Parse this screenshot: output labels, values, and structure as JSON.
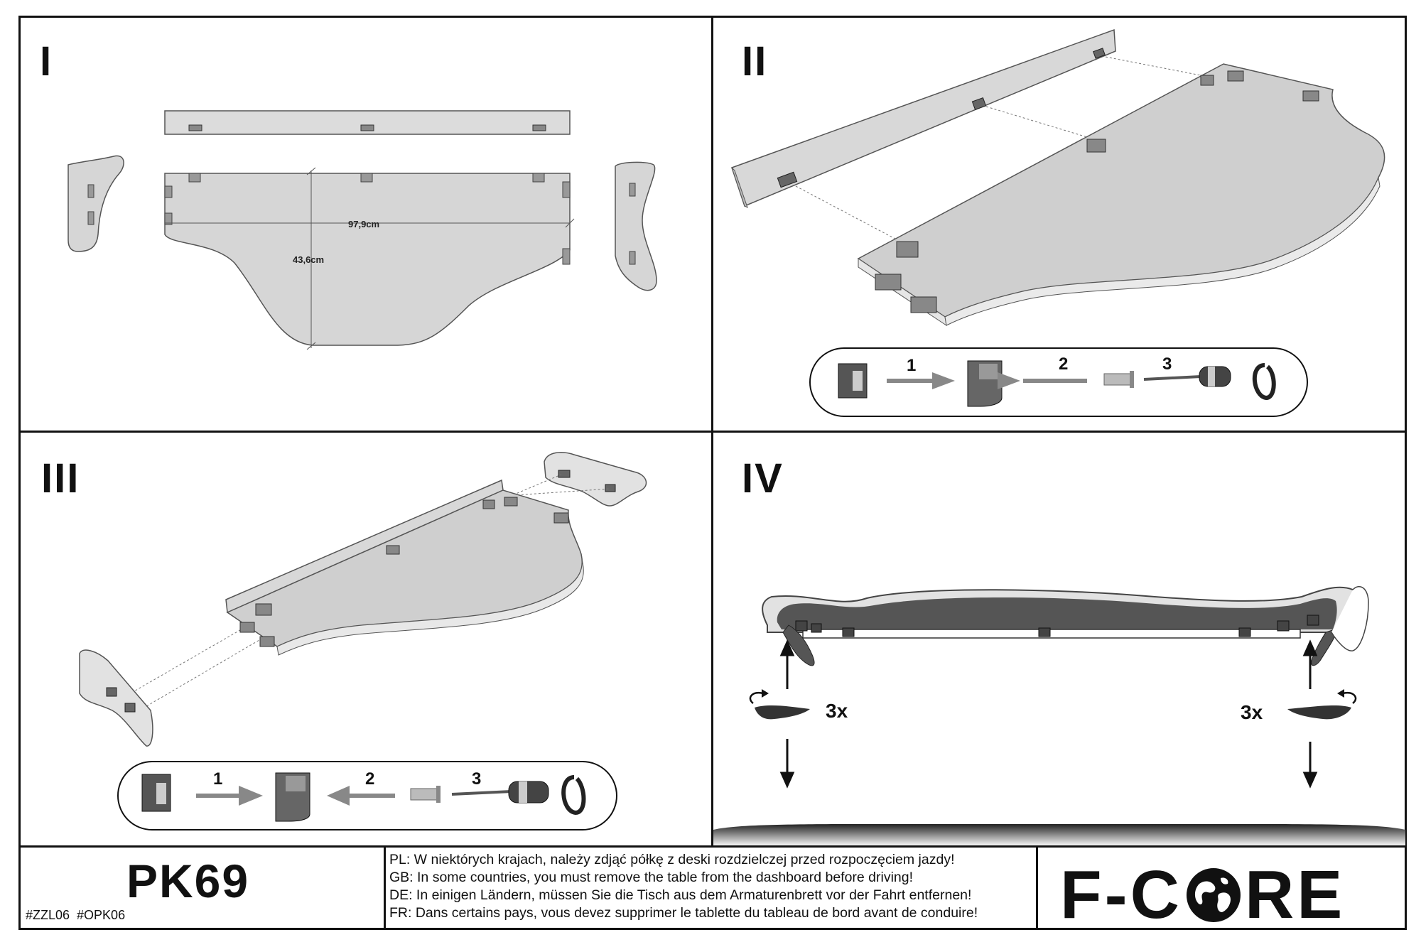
{
  "panels": {
    "p1": {
      "label": "I",
      "width_label": "97,9cm",
      "depth_label": "43,6cm"
    },
    "p2": {
      "label": "II",
      "steps": [
        "1",
        "2",
        "3"
      ]
    },
    "p3": {
      "label": "III",
      "steps": [
        "1",
        "2",
        "3"
      ]
    },
    "p4": {
      "label": "IV",
      "count_left": "3x",
      "count_right": "3x"
    }
  },
  "footer": {
    "model": "PK69",
    "codes": "#ZZL06  #OPK06",
    "warnings": [
      "PL: W niektórych krajach, należy zdjąć półkę z deski rozdzielczej przed rozpoczęciem jazdy!",
      "GB: In some countries, you must remove the table from the dashboard before driving!",
      "DE: In einigen Ländern, müssen Sie die Tisch aus dem Armaturenbrett vor der Fahrt entfernen!",
      "FR: Dans certains pays, vous devez supprimer le tablette du tableau de bord avant de conduire!"
    ],
    "brand_left": "F-C",
    "brand_right": "RE",
    "brand_logo_icon": "globe-icon"
  }
}
